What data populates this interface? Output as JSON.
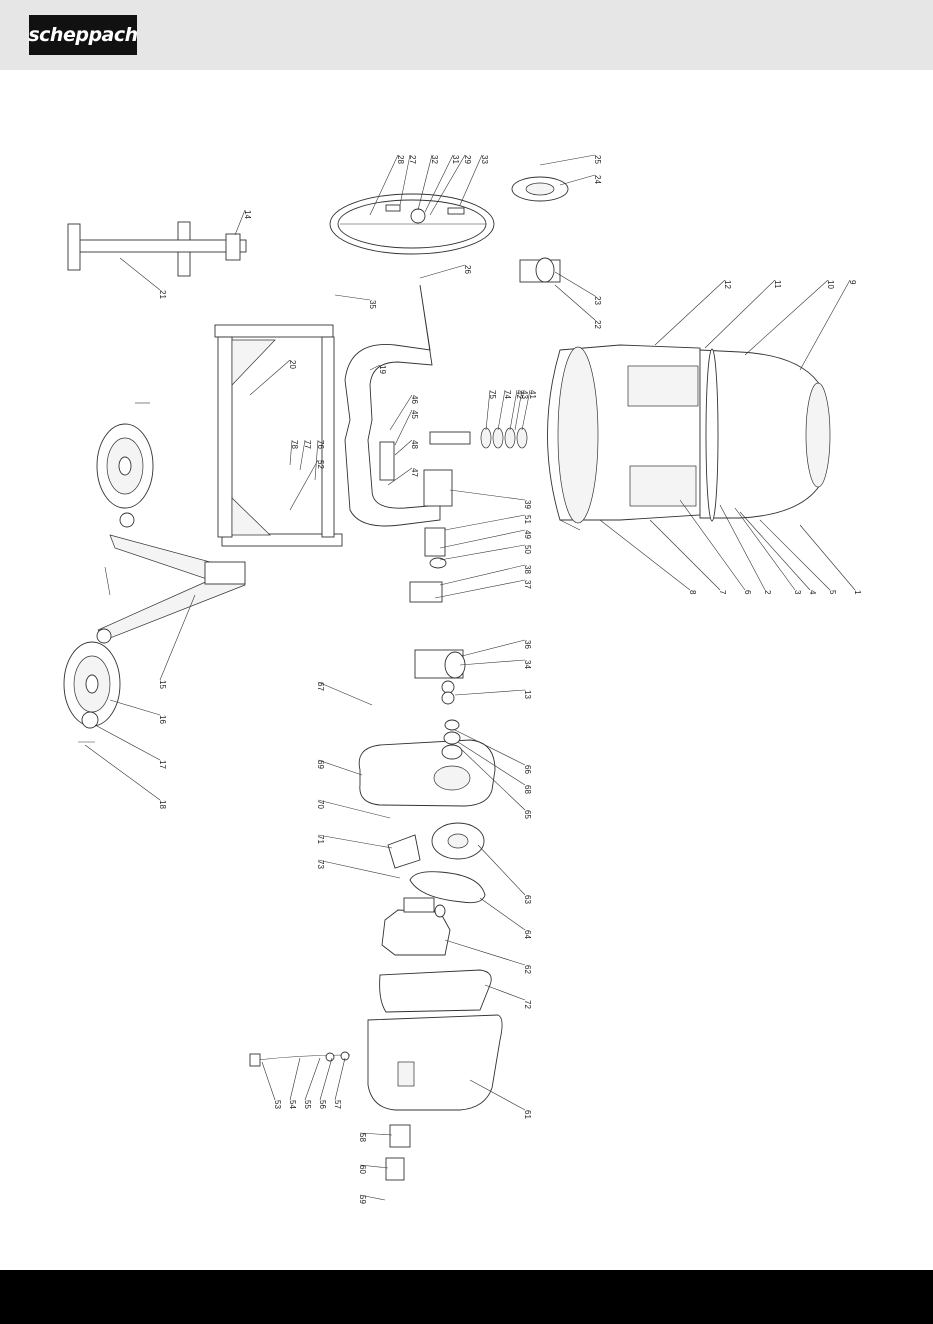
{
  "header": {
    "brand": "scheppach",
    "bg": "#e6e6e6",
    "logo_bg": "#111111"
  },
  "footer": {
    "bg": "#000000"
  },
  "labels": [
    "1",
    "2",
    "3",
    "4",
    "5",
    "6",
    "7",
    "8",
    "9",
    "10",
    "11",
    "12",
    "13",
    "14",
    "15",
    "16",
    "17",
    "18",
    "19",
    "20",
    "21",
    "22",
    "23",
    "24",
    "25",
    "26",
    "27",
    "28",
    "29",
    "31",
    "32",
    "33",
    "34",
    "35",
    "36",
    "37",
    "38",
    "39",
    "41",
    "42",
    "43",
    "45",
    "46",
    "47",
    "48",
    "49",
    "50",
    "51",
    "52",
    "53",
    "54",
    "55",
    "56",
    "57",
    "58",
    "59",
    "60",
    "61",
    "62",
    "63",
    "64",
    "65",
    "66",
    "67",
    "68",
    "69",
    "70",
    "71",
    "72",
    "73",
    "74",
    "75",
    "76",
    "77",
    "78"
  ]
}
